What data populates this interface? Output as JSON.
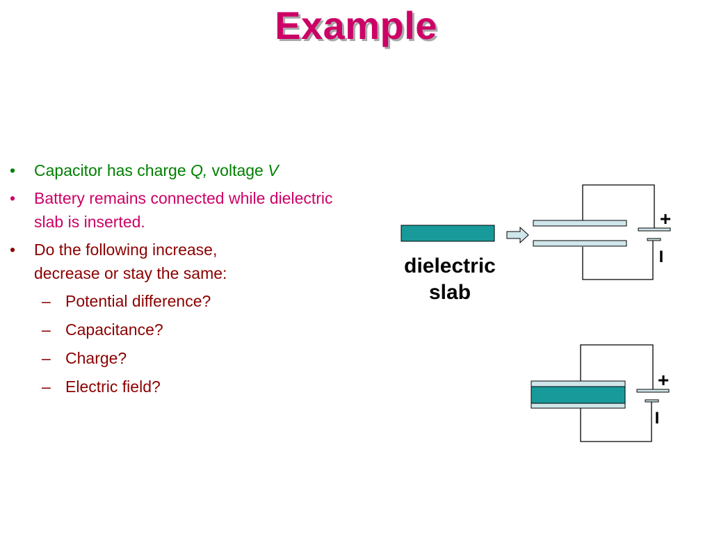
{
  "slide": {
    "title": "Example",
    "bullets": [
      {
        "text_a": "Capacitor has charge ",
        "q": "Q,",
        "text_b": " voltage ",
        "v": "V"
      },
      {
        "line1": "Battery remains connected while dielectric",
        "line2": "slab is inserted."
      },
      {
        "line1": "Do the following increase,",
        "line2": "decrease or stay the same:"
      }
    ],
    "bullet_mark": "•",
    "sub_mark": "–",
    "sub_items": [
      "Potential difference?",
      "Capacitance?",
      "Charge?",
      "Electric field?"
    ],
    "colors": {
      "title": "#cc0066",
      "bullet1": "#008000",
      "bullet2": "#cc0066",
      "bullet3": "#8b0000",
      "slab": "#189a9a",
      "plate": "#cfe6ea"
    }
  },
  "diagram": {
    "slab_label_line1": "dielectric",
    "slab_label_line2": "slab",
    "battery_top": {
      "plus": "+",
      "minus": "I"
    },
    "battery_bottom": {
      "plus": "+",
      "minus": "I"
    }
  }
}
